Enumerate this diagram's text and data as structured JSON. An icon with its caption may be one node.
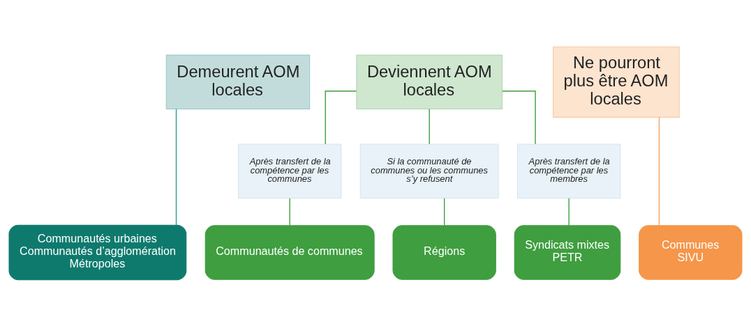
{
  "diagram": {
    "nodes": [
      {
        "text": [
          "Demeurent AOM locales"
        ]
      },
      {
        "text": [
          "Deviennent AOM locales"
        ]
      },
      {
        "text": [
          "Ne pourront plus être AOM locales"
        ]
      },
      {
        "text": [
          "Communautés urbaines",
          "Communautés d’agglomération",
          "Métropoles"
        ]
      },
      {
        "text": [
          "Après transfert de la compétence par les communes"
        ]
      },
      {
        "text": [
          "Communautés de communes"
        ]
      },
      {
        "text": [
          "Si la communauté de communes ou les communes s’y refusent"
        ]
      },
      {
        "text": [
          "Régions"
        ]
      },
      {
        "text": [
          "Après transfert de la compétence par les membres"
        ]
      },
      {
        "text": [
          "Syndicats mixtes",
          "PETR"
        ]
      },
      {
        "text": [
          "Communes",
          "SIVU"
        ]
      }
    ],
    "edges": [
      {
        "from": 0,
        "to": 3,
        "arrow": "none",
        "color": "#2a9d8f"
      },
      {
        "from": 1,
        "to": 4,
        "arrow": "none"
      },
      {
        "from": 4,
        "to": 5,
        "arrow": "none"
      },
      {
        "from": 1,
        "to": 6,
        "arrow": "none"
      },
      {
        "from": 6,
        "to": 7,
        "arrow": "none"
      },
      {
        "from": 1,
        "to": 8,
        "arrow": "none"
      },
      {
        "from": 8,
        "to": 9,
        "arrow": "none"
      },
      {
        "from": 2,
        "to": 10,
        "arrow": "none",
        "color": "#f4a261"
      }
    ]
  }
}
